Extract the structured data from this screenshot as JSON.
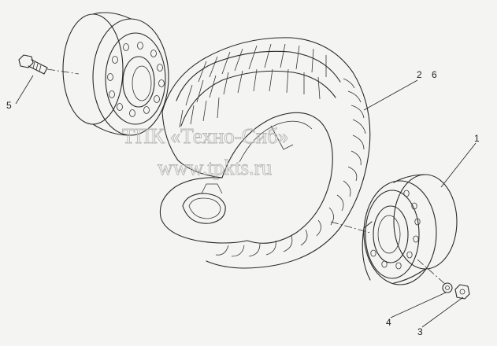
{
  "callouts": {
    "c1": "1",
    "c2": "2",
    "c6": "6",
    "c3": "3",
    "c4": "4",
    "c5": "5"
  },
  "watermark": {
    "line1": "ТПК «Техно-Сиб»",
    "line2": "www.tpkts.ru"
  }
}
